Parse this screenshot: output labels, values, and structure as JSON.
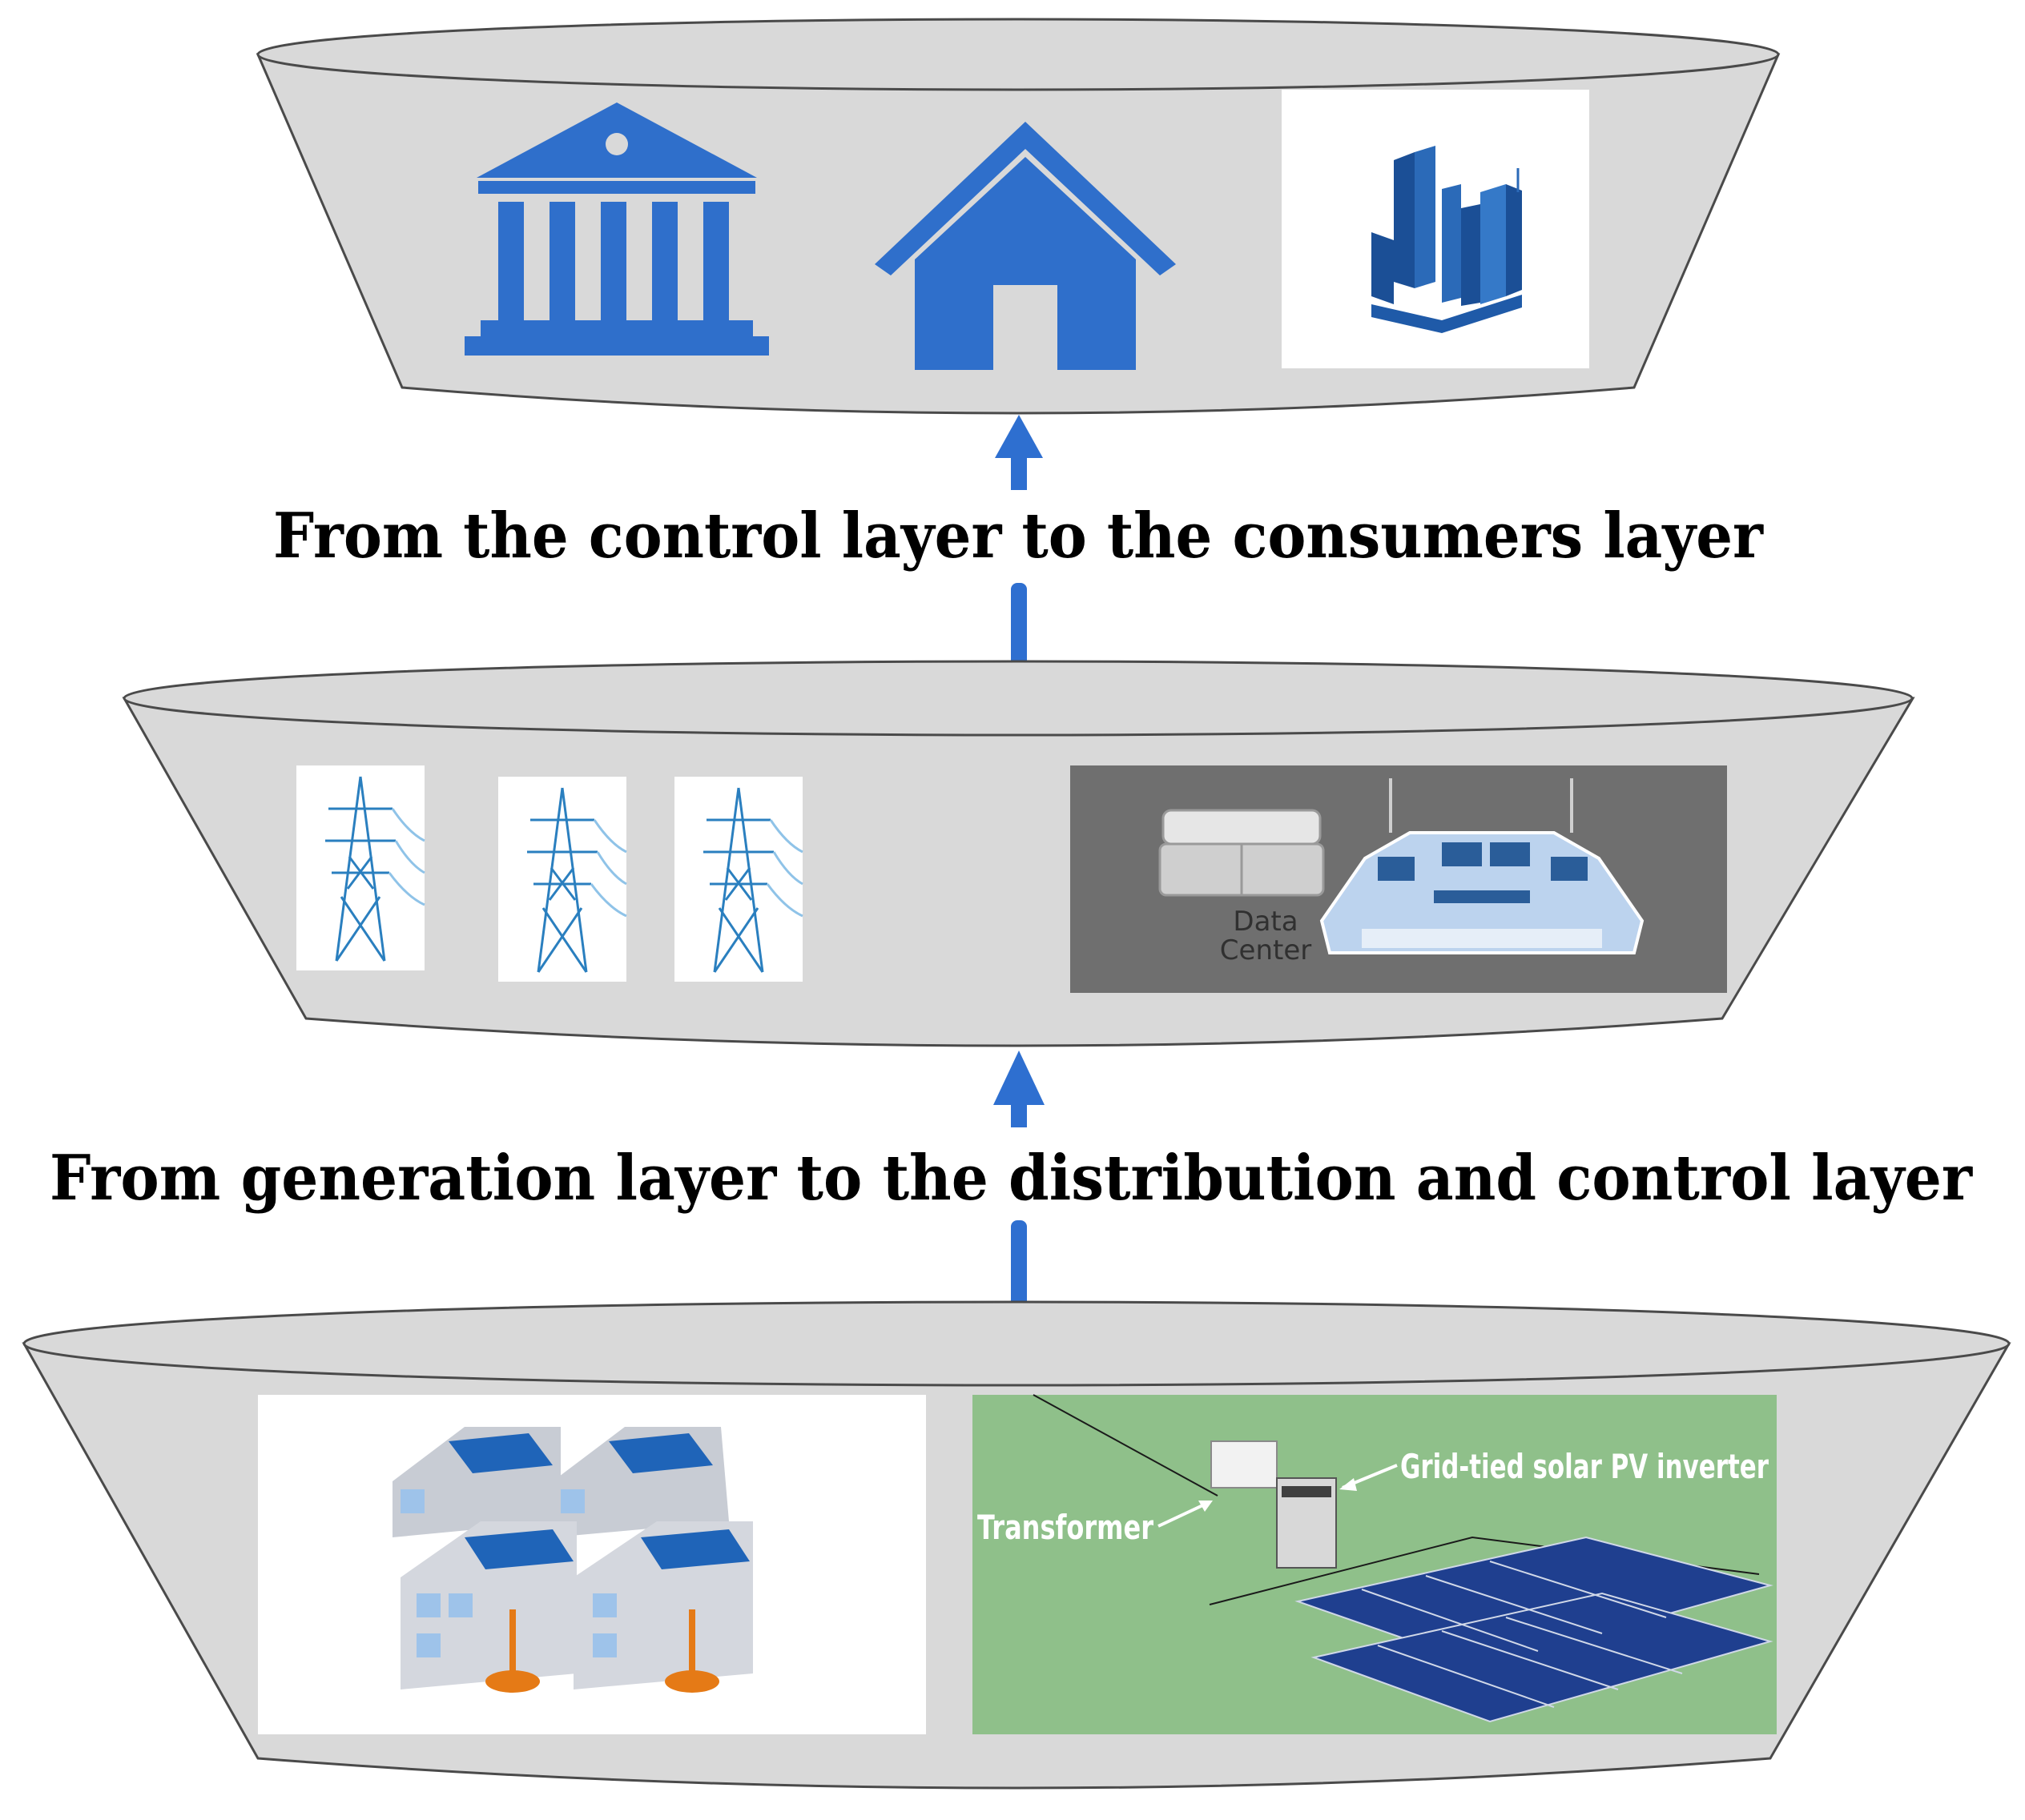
{
  "captions": {
    "upper": "From the control layer to the consumers layer",
    "lower": "From generation layer to the distribution and control layer"
  },
  "layers": {
    "consumers": {
      "icons": [
        "bank-icon",
        "house-icon",
        "city-buildings-icon"
      ]
    },
    "distribution_control": {
      "icons": [
        "transmission-tower-icon",
        "transmission-tower-icon",
        "transmission-tower-icon",
        "data-center-icon",
        "control-console-icon"
      ],
      "data_center_label": [
        "Data",
        "Center"
      ]
    },
    "generation": {
      "icons": [
        "solar-houses-icon",
        "solar-farm-icon"
      ],
      "transformer_label": "Transformer",
      "inverter_label": "Grid-tied solar PV inverter"
    }
  },
  "colors": {
    "layer_fill": "#d9d9d9",
    "layer_stroke": "#4a4a4a",
    "accent_blue": "#2f6fcb",
    "arrow_blue": "#2e6fd0",
    "panel_gray": "#6f6f6f",
    "solar_green": "#8fc08a",
    "solar_panel": "#1f3f8f"
  }
}
